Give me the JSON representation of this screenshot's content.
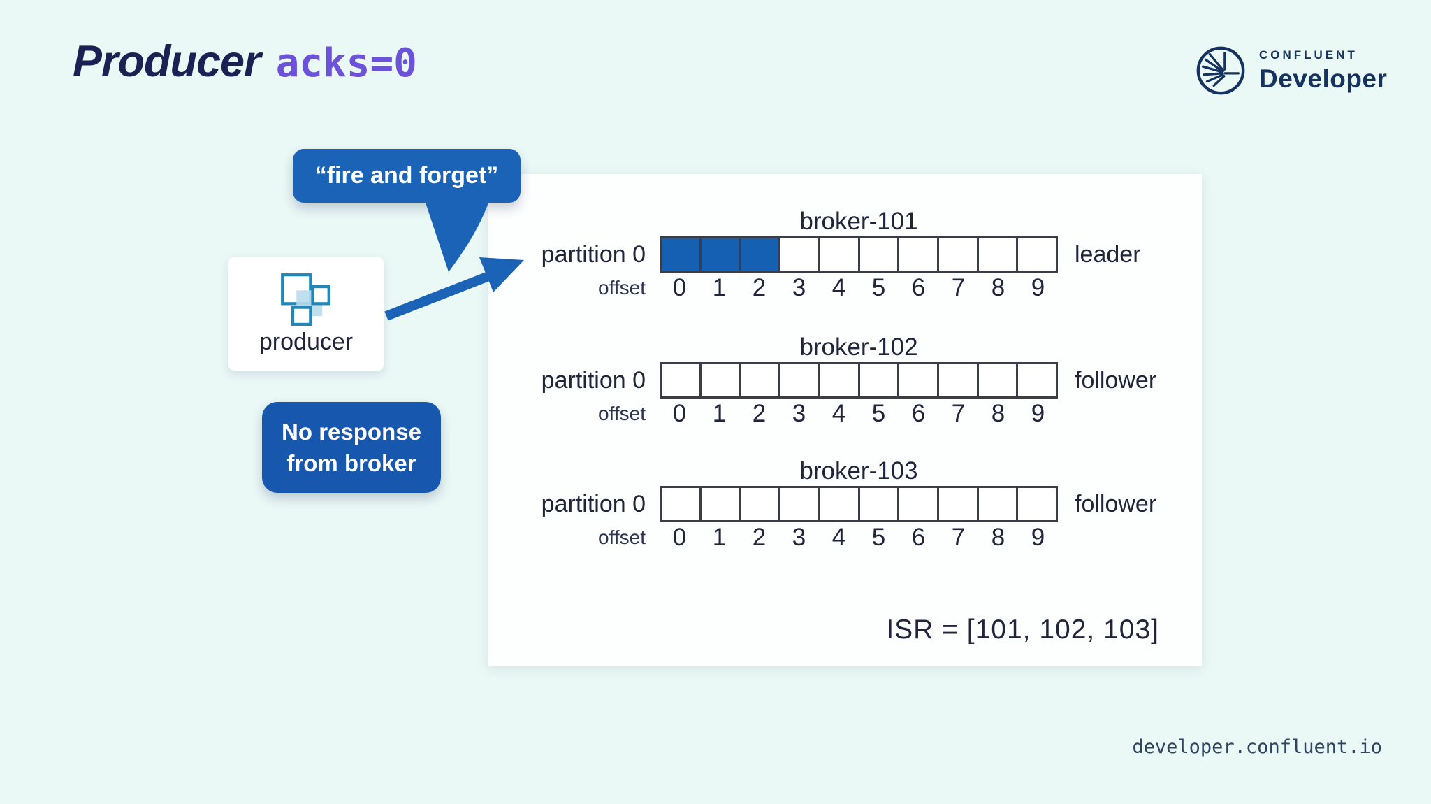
{
  "colors": {
    "bg": "#eaf8f6",
    "accent": "#1a63b6",
    "accent_dark": "#1857ae",
    "cell_fill": "#1560b2",
    "cell_border": "#3b3e48",
    "ink": "#20253a",
    "ink_soft": "#2b3350",
    "title_navy": "#1b2153",
    "purple": "#6c52d9",
    "logo_navy": "#15335e",
    "teal": "#2187b8",
    "light_blue": "#b9dcec",
    "footer": "#2f4460",
    "panel": "#fdfefe"
  },
  "header": {
    "title_main": "Producer",
    "title_code": "acks=0"
  },
  "logo": {
    "brand": "CONFLUENT",
    "product": "Developer"
  },
  "bubble": {
    "text": "“fire and forget”"
  },
  "producer_box": {
    "label": "producer"
  },
  "no_response": {
    "line1": "No response",
    "line2": "from broker"
  },
  "panel": {
    "brokers": [
      {
        "title": "broker-101",
        "partition_label": "partition 0",
        "role": "leader",
        "offset_label": "offset",
        "offsets": [
          "0",
          "1",
          "2",
          "3",
          "4",
          "5",
          "6",
          "7",
          "8",
          "9"
        ],
        "filled_count": 3
      },
      {
        "title": "broker-102",
        "partition_label": "partition 0",
        "role": "follower",
        "offset_label": "offset",
        "offsets": [
          "0",
          "1",
          "2",
          "3",
          "4",
          "5",
          "6",
          "7",
          "8",
          "9"
        ],
        "filled_count": 0
      },
      {
        "title": "broker-103",
        "partition_label": "partition 0",
        "role": "follower",
        "offset_label": "offset",
        "offsets": [
          "0",
          "1",
          "2",
          "3",
          "4",
          "5",
          "6",
          "7",
          "8",
          "9"
        ],
        "filled_count": 0
      }
    ],
    "isr_text": "ISR = [101, 102, 103]"
  },
  "footer": {
    "url": "developer.confluent.io"
  }
}
